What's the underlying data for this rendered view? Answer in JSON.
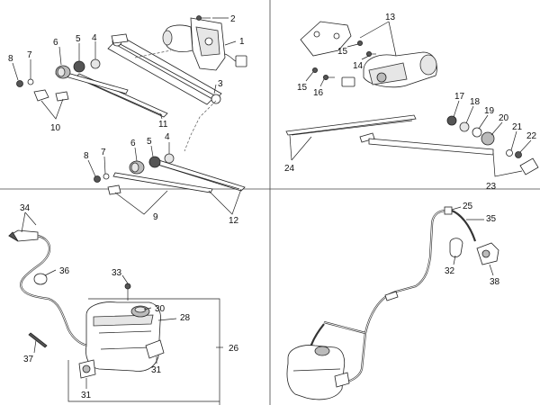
{
  "callouts": [
    {
      "id": "c1",
      "text": "1"
    },
    {
      "id": "c2",
      "text": "2"
    },
    {
      "id": "c3",
      "text": "3"
    },
    {
      "id": "c4a",
      "text": "4"
    },
    {
      "id": "c4b",
      "text": "4"
    },
    {
      "id": "c5a",
      "text": "5"
    },
    {
      "id": "c5b",
      "text": "5"
    },
    {
      "id": "c6a",
      "text": "6"
    },
    {
      "id": "c6b",
      "text": "6"
    },
    {
      "id": "c7a",
      "text": "7"
    },
    {
      "id": "c7b",
      "text": "7"
    },
    {
      "id": "c8a",
      "text": "8"
    },
    {
      "id": "c8b",
      "text": "8"
    },
    {
      "id": "c9",
      "text": "9"
    },
    {
      "id": "c10",
      "text": "10"
    },
    {
      "id": "c11",
      "text": "11"
    },
    {
      "id": "c12",
      "text": "12"
    },
    {
      "id": "c13",
      "text": "13"
    },
    {
      "id": "c14",
      "text": "14"
    },
    {
      "id": "c15a",
      "text": "15"
    },
    {
      "id": "c15b",
      "text": "15"
    },
    {
      "id": "c16",
      "text": "16"
    },
    {
      "id": "c17",
      "text": "17"
    },
    {
      "id": "c18",
      "text": "18"
    },
    {
      "id": "c19",
      "text": "19"
    },
    {
      "id": "c20",
      "text": "20"
    },
    {
      "id": "c21",
      "text": "21"
    },
    {
      "id": "c22",
      "text": "22"
    },
    {
      "id": "c23",
      "text": "23"
    },
    {
      "id": "c24",
      "text": "24"
    },
    {
      "id": "c25",
      "text": "25"
    },
    {
      "id": "c26",
      "text": "26"
    },
    {
      "id": "c28",
      "text": "28"
    },
    {
      "id": "c30",
      "text": "30"
    },
    {
      "id": "c31a",
      "text": "31"
    },
    {
      "id": "c31b",
      "text": "31"
    },
    {
      "id": "c32",
      "text": "32"
    },
    {
      "id": "c33",
      "text": "33"
    },
    {
      "id": "c34",
      "text": "34"
    },
    {
      "id": "c35",
      "text": "35"
    },
    {
      "id": "c36",
      "text": "36"
    },
    {
      "id": "c37",
      "text": "37"
    },
    {
      "id": "c38",
      "text": "38"
    }
  ]
}
